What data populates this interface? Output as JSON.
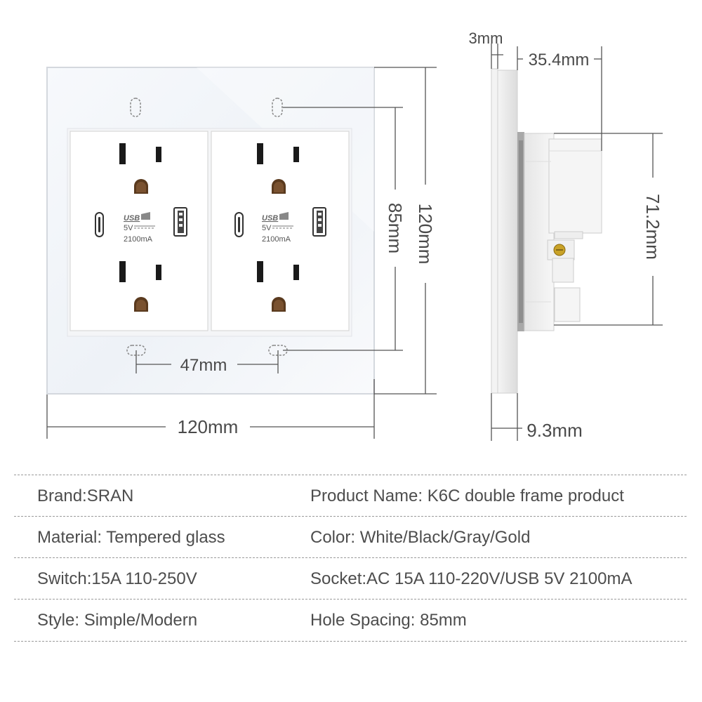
{
  "dimensions": {
    "plate_width": "120mm",
    "plate_height": "120mm",
    "hole_spacing": "85mm",
    "center_spacing": "47mm",
    "glass_thickness": "3mm",
    "body_depth": "35.4mm",
    "body_height": "71.2mm",
    "plate_depth": "9.3mm"
  },
  "outlet": {
    "usb_logo": "USB",
    "usb_voltage": "5V",
    "usb_current": "2100mA",
    "count": 2
  },
  "specs": [
    {
      "left": "Brand:SRAN",
      "right": "Product Name: K6C double frame product"
    },
    {
      "left": "Material: Tempered glass",
      "right": "Color: White/Black/Gray/Gold"
    },
    {
      "left": "Switch:15A 110-250V",
      "right": "Socket:AC 15A 110-220V/USB 5V 2100mA"
    },
    {
      "left": "Style: Simple/Modern",
      "right": "Hole Spacing: 85mm"
    }
  ],
  "colors": {
    "glass": "#eef2f7",
    "outlet": "#ffffff",
    "slot": "#1a1a1a",
    "ground": "#5a3a1e",
    "line": "#555555",
    "text": "#4a4a4a"
  }
}
